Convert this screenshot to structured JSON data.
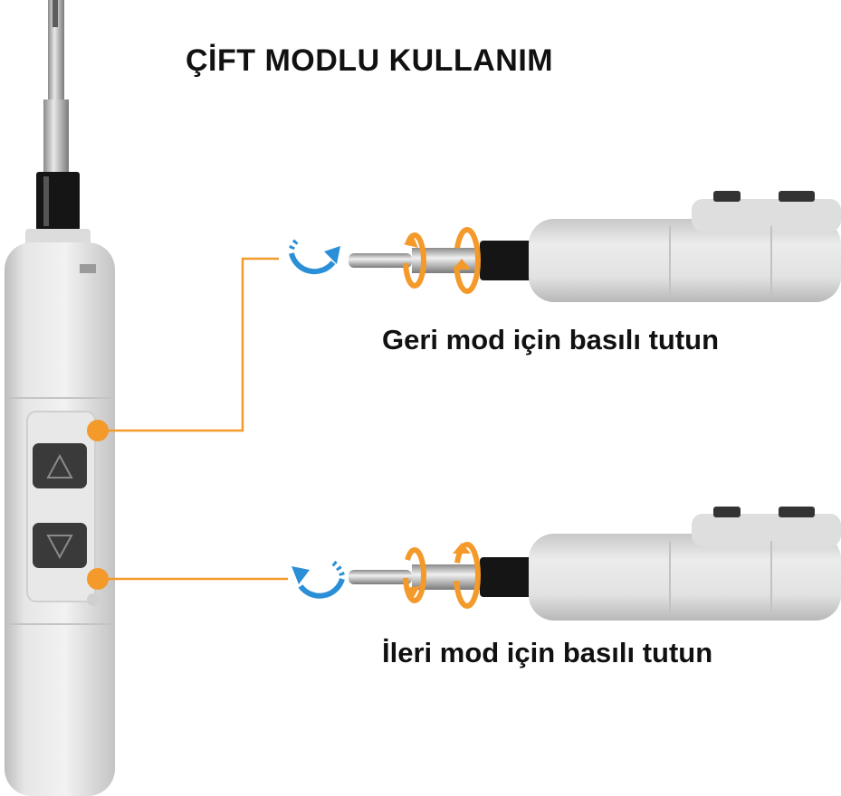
{
  "title": "ÇİFT MODLU KULLANIM",
  "modes": [
    {
      "label": "Geri mod için basılı tutun",
      "button_icon": "triangle-up-icon",
      "rotation_icon": "clockwise-arrow-icon"
    },
    {
      "label": "İleri mod için basılı tutun",
      "button_icon": "triangle-down-icon",
      "rotation_icon": "counterclockwise-arrow-icon"
    }
  ],
  "colors": {
    "accent_orange": "#f39a2b",
    "arrow_blue": "#2a8fd6",
    "body_gray": "#d8d8d8",
    "button_dark": "#3a3a3a"
  }
}
